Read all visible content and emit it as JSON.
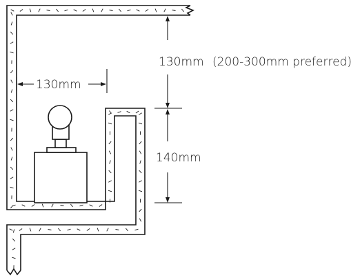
{
  "labels": {
    "top_dimension": "130mm",
    "top_dimension_note": "(200-300mm preferred)",
    "side_dimension": "130mm",
    "rise_dimension": "140mm"
  }
}
